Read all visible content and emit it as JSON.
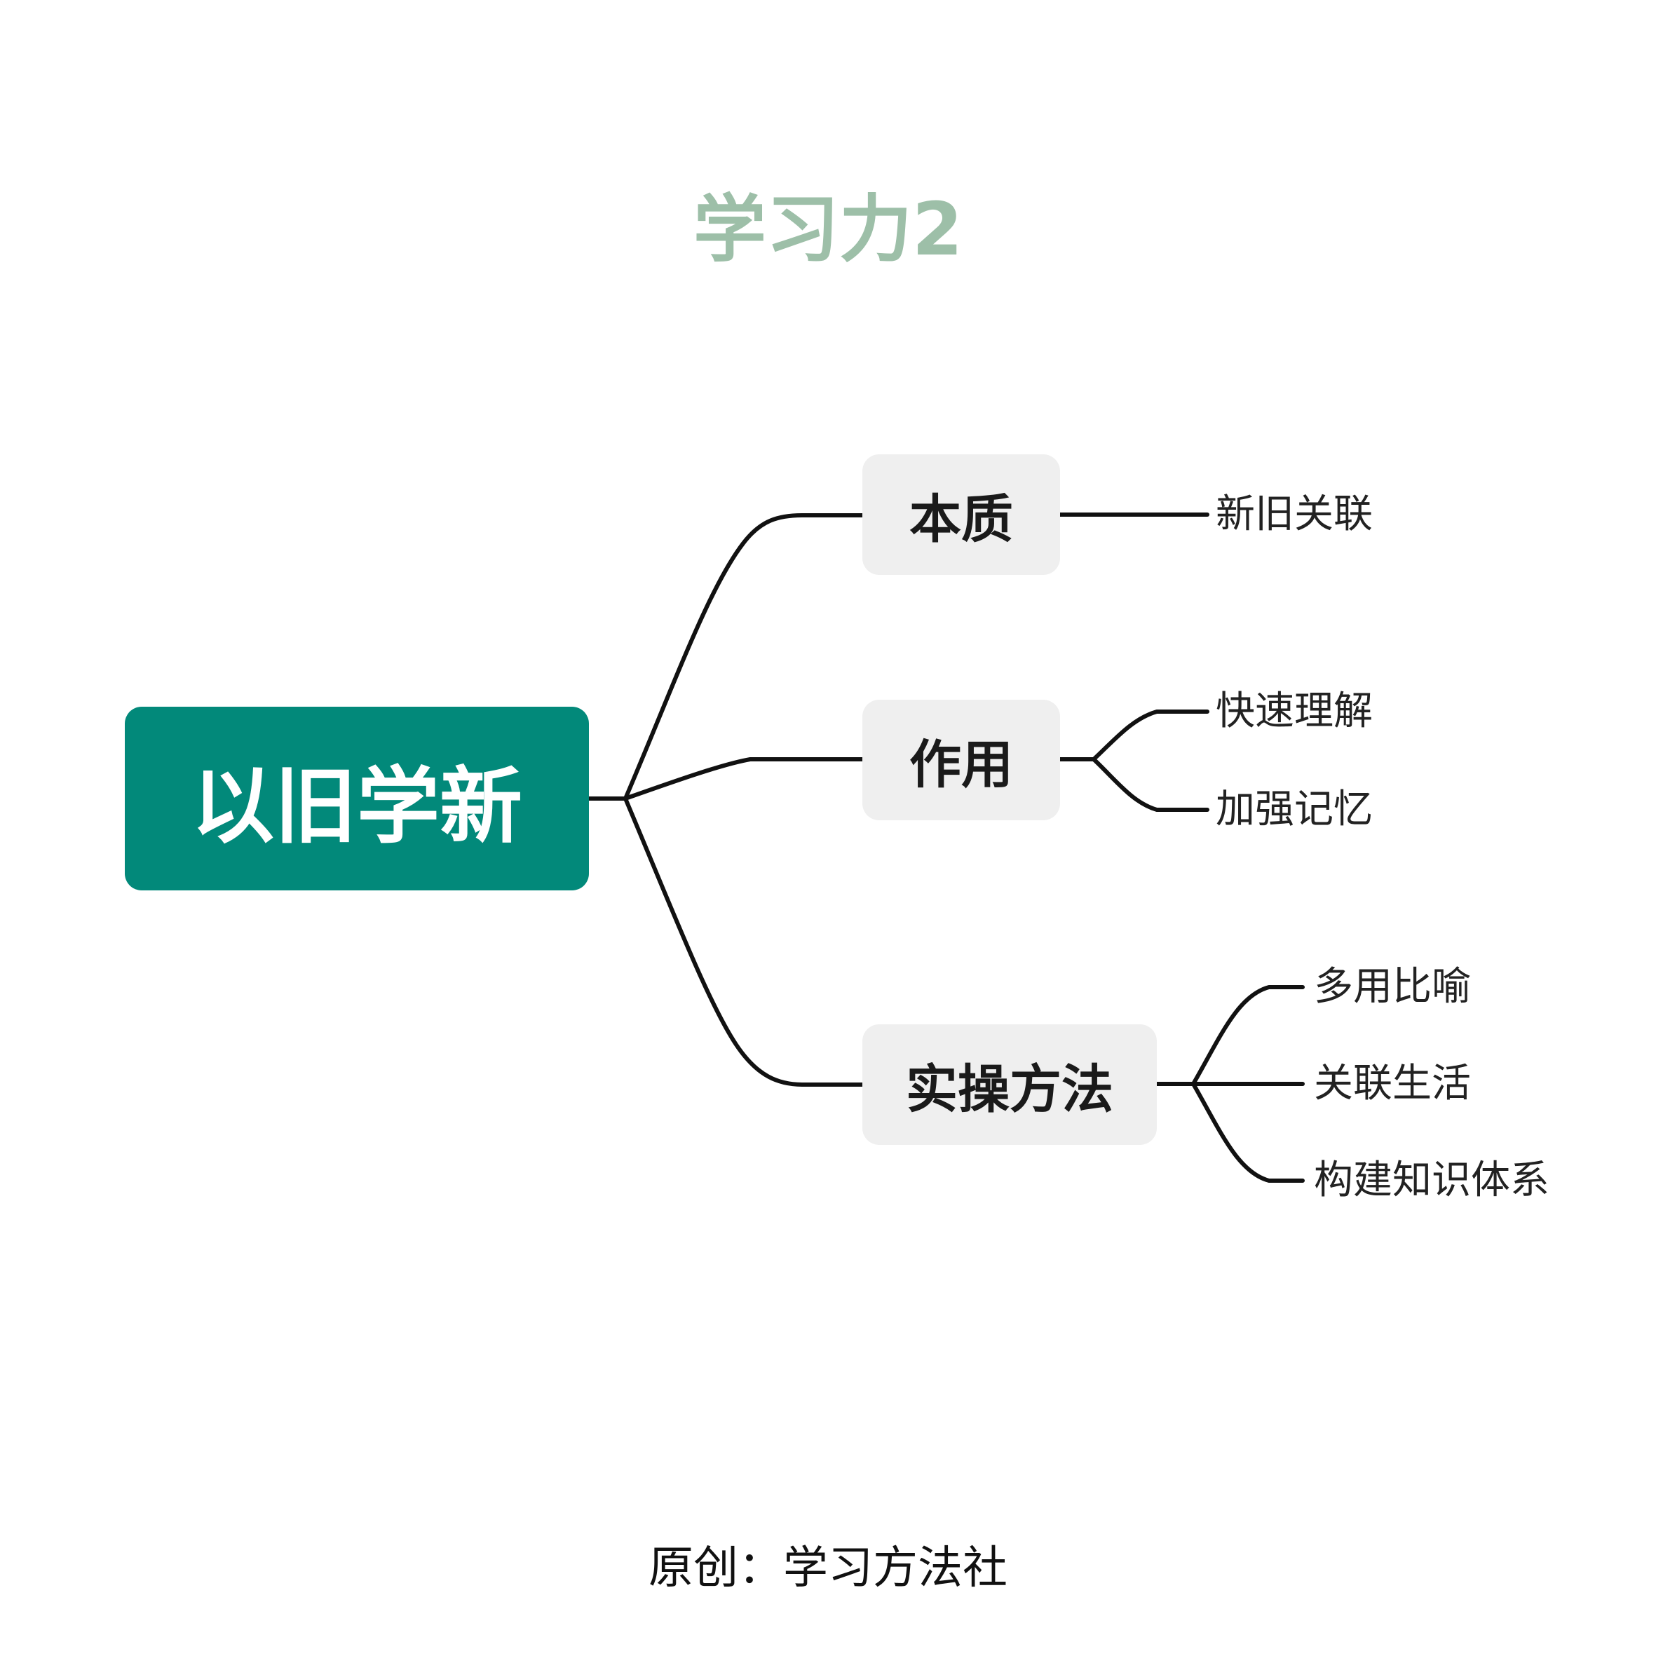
{
  "title": "学习力2",
  "footer": "原创：学习方法社",
  "colors": {
    "title": "#9dbfa8",
    "root_fill": "#02897a",
    "branch_fill": "#efefef",
    "line": "#111111"
  },
  "root": {
    "label": "以旧学新"
  },
  "branches": [
    {
      "label": "本质",
      "children": [
        "新旧关联"
      ]
    },
    {
      "label": "作用",
      "children": [
        "快速理解",
        "加强记忆"
      ]
    },
    {
      "label": "实操方法",
      "children": [
        "多用比喻",
        "关联生活",
        "构建知识体系"
      ]
    }
  ]
}
